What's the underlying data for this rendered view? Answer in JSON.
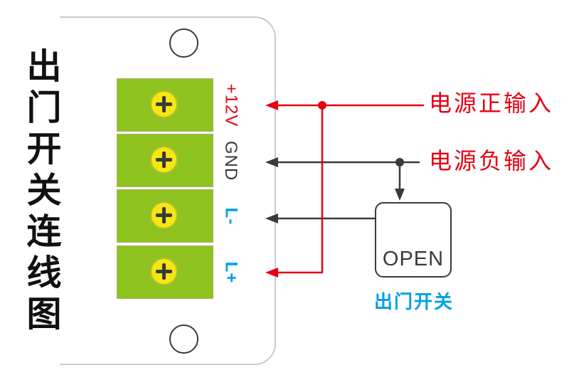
{
  "diagram": {
    "title": "出门开关连线图",
    "title_chars": [
      "出",
      "门",
      "开",
      "关",
      "连",
      "线",
      "图"
    ]
  },
  "terminals": {
    "items": [
      {
        "id": "plus12v",
        "label": "+12V"
      },
      {
        "id": "gnd",
        "label": "GND"
      },
      {
        "id": "l_minus",
        "label": "L-"
      },
      {
        "id": "l_plus",
        "label": "L+"
      }
    ]
  },
  "annotations": {
    "power_positive_label": "电源正输入",
    "power_negative_label": "电源负输入",
    "exit_button_label": "OPEN",
    "exit_button_caption": "出门开关"
  },
  "colors": {
    "red": "#e60012",
    "blue": "#00a0e9",
    "green": "#8fc31f",
    "yellow": "#f5e614",
    "ink": "#3a3a39",
    "panel_border": "#c9caca"
  }
}
